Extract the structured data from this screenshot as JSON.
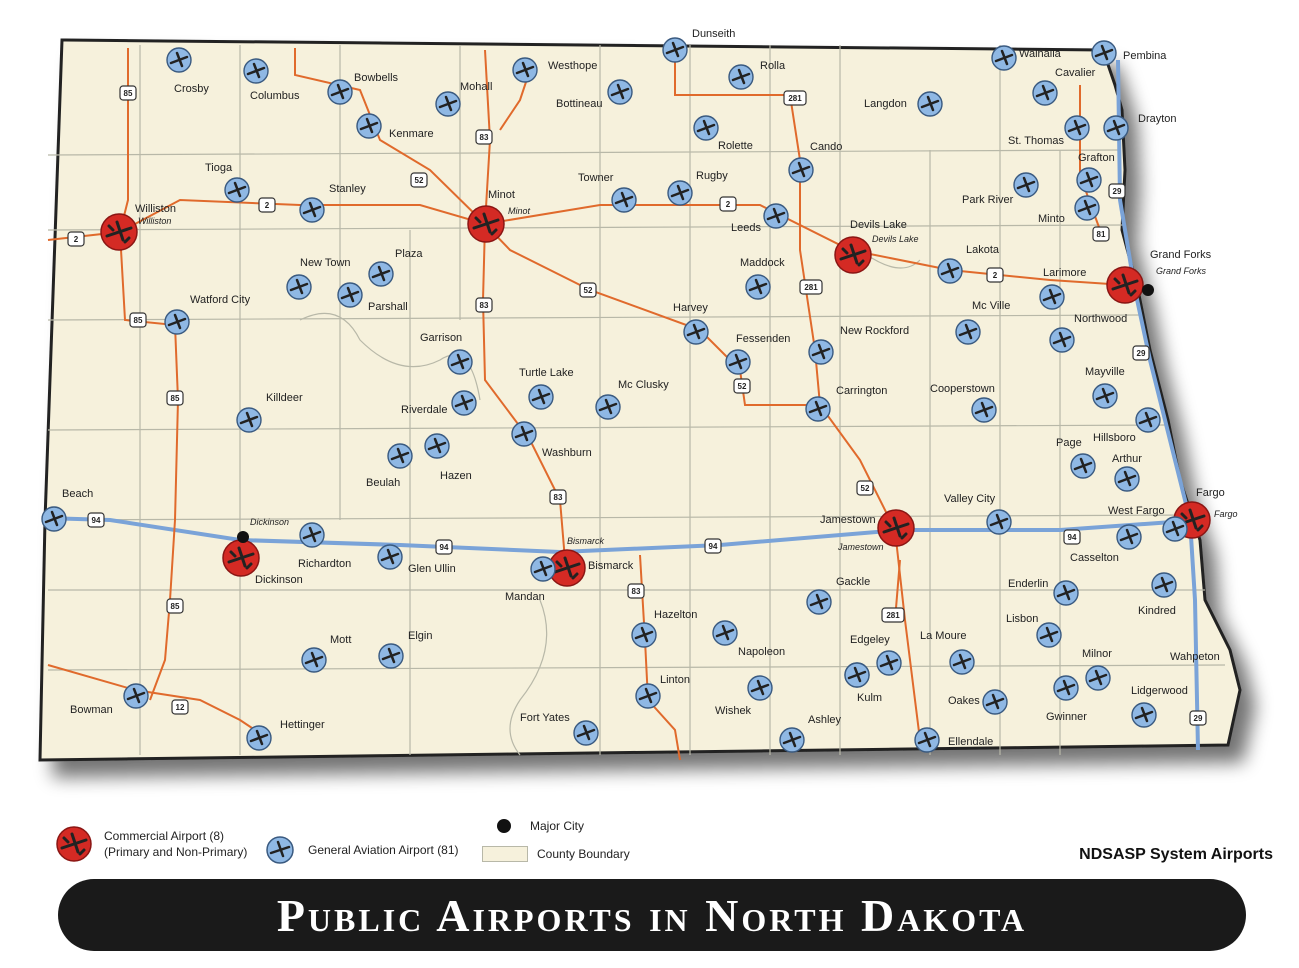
{
  "title": "Public Airports in North Dakota",
  "brand": "NDSASP System Airports",
  "legend": {
    "commercial_line1": "Commercial Airport (8)",
    "commercial_line2": "(Primary and Non-Primary)",
    "general": "General Aviation Airport (81)",
    "major_city": "Major City",
    "county": "County Boundary"
  },
  "colors": {
    "land": "#f6f1dc",
    "county_line": "#b8b8a8",
    "highway_state": "#e06a2c",
    "interstate": "#7aa3d8",
    "commercial": "#d42a24",
    "general": "#8fb8e4"
  },
  "airports": [
    {
      "type": "commercial",
      "label": "Williston",
      "sub": "Williston"
    },
    {
      "type": "commercial",
      "label": "Minot",
      "sub": "Minot"
    },
    {
      "type": "commercial",
      "label": "Devils Lake",
      "sub": "Devils Lake"
    },
    {
      "type": "commercial",
      "label": "Grand Forks",
      "sub": "Grand Forks"
    },
    {
      "type": "commercial",
      "label": "Dickinson",
      "sub": "Dickinson"
    },
    {
      "type": "commercial",
      "label": "Bismarck",
      "sub": "Bismarck"
    },
    {
      "type": "commercial",
      "label": "Jamestown",
      "sub": "Jamestown"
    },
    {
      "type": "commercial",
      "label": "Fargo",
      "sub": "Fargo"
    },
    {
      "type": "general",
      "label": "Crosby"
    },
    {
      "type": "general",
      "label": "Columbus"
    },
    {
      "type": "general",
      "label": "Bowbells"
    },
    {
      "type": "general",
      "label": "Mohall"
    },
    {
      "type": "general",
      "label": "Kenmare"
    },
    {
      "type": "general",
      "label": "Westhope"
    },
    {
      "type": "general",
      "label": "Bottineau"
    },
    {
      "type": "general",
      "label": "Dunseith"
    },
    {
      "type": "general",
      "label": "Rolla"
    },
    {
      "type": "general",
      "label": "Rolette"
    },
    {
      "type": "general",
      "label": "Cando"
    },
    {
      "type": "general",
      "label": "Langdon"
    },
    {
      "type": "general",
      "label": "Walhalla"
    },
    {
      "type": "general",
      "label": "Pembina"
    },
    {
      "type": "general",
      "label": "Cavalier"
    },
    {
      "type": "general",
      "label": "Drayton"
    },
    {
      "type": "general",
      "label": "St. Thomas"
    },
    {
      "type": "general",
      "label": "Grafton"
    },
    {
      "type": "general",
      "label": "Park River"
    },
    {
      "type": "general",
      "label": "Minto"
    },
    {
      "type": "general",
      "label": "Tioga"
    },
    {
      "type": "general",
      "label": "Stanley"
    },
    {
      "type": "general",
      "label": "Towner"
    },
    {
      "type": "general",
      "label": "Rugby"
    },
    {
      "type": "general",
      "label": "Leeds"
    },
    {
      "type": "general",
      "label": "New Town"
    },
    {
      "type": "general",
      "label": "Plaza"
    },
    {
      "type": "general",
      "label": "Parshall"
    },
    {
      "type": "general",
      "label": "Watford City"
    },
    {
      "type": "general",
      "label": "Maddock"
    },
    {
      "type": "general",
      "label": "Lakota"
    },
    {
      "type": "general",
      "label": "Larimore"
    },
    {
      "type": "general",
      "label": "Mc Ville"
    },
    {
      "type": "general",
      "label": "Northwood"
    },
    {
      "type": "general",
      "label": "Harvey"
    },
    {
      "type": "general",
      "label": "Fessenden"
    },
    {
      "type": "general",
      "label": "New Rockford"
    },
    {
      "type": "general",
      "label": "Garrison"
    },
    {
      "type": "general",
      "label": "Turtle Lake"
    },
    {
      "type": "general",
      "label": "Mc Clusky"
    },
    {
      "type": "general",
      "label": "Carrington"
    },
    {
      "type": "general",
      "label": "Cooperstown"
    },
    {
      "type": "general",
      "label": "Mayville"
    },
    {
      "type": "general",
      "label": "Killdeer"
    },
    {
      "type": "general",
      "label": "Riverdale"
    },
    {
      "type": "general",
      "label": "Hillsboro"
    },
    {
      "type": "general",
      "label": "Page"
    },
    {
      "type": "general",
      "label": "Arthur"
    },
    {
      "type": "general",
      "label": "Beulah"
    },
    {
      "type": "general",
      "label": "Hazen"
    },
    {
      "type": "general",
      "label": "Washburn"
    },
    {
      "type": "general",
      "label": "Beach"
    },
    {
      "type": "general",
      "label": "Valley City"
    },
    {
      "type": "general",
      "label": "West Fargo"
    },
    {
      "type": "general",
      "label": "Richardton"
    },
    {
      "type": "general",
      "label": "Glen Ullin"
    },
    {
      "type": "general",
      "label": "Mandan"
    },
    {
      "type": "general",
      "label": "Casselton"
    },
    {
      "type": "general",
      "label": "Gackle"
    },
    {
      "type": "general",
      "label": "Enderlin"
    },
    {
      "type": "general",
      "label": "Kindred"
    },
    {
      "type": "general",
      "label": "Hazelton"
    },
    {
      "type": "general",
      "label": "Mott"
    },
    {
      "type": "general",
      "label": "Elgin"
    },
    {
      "type": "general",
      "label": "Napoleon"
    },
    {
      "type": "general",
      "label": "Edgeley"
    },
    {
      "type": "general",
      "label": "La Moure"
    },
    {
      "type": "general",
      "label": "Lisbon"
    },
    {
      "type": "general",
      "label": "Milnor"
    },
    {
      "type": "general",
      "label": "Wahpeton"
    },
    {
      "type": "general",
      "label": "Linton"
    },
    {
      "type": "general",
      "label": "Bowman"
    },
    {
      "type": "general",
      "label": "Kulm"
    },
    {
      "type": "general",
      "label": "Oakes"
    },
    {
      "type": "general",
      "label": "Lidgerwood"
    },
    {
      "type": "general",
      "label": "Gwinner"
    },
    {
      "type": "general",
      "label": "Wishek"
    },
    {
      "type": "general",
      "label": "Ashley"
    },
    {
      "type": "general",
      "label": "Fort Yates"
    },
    {
      "type": "general",
      "label": "Hettinger"
    },
    {
      "type": "general",
      "label": "Ellendale"
    }
  ],
  "highway_shields": [
    "85",
    "2",
    "52",
    "83",
    "281",
    "29",
    "81",
    "94",
    "12"
  ]
}
